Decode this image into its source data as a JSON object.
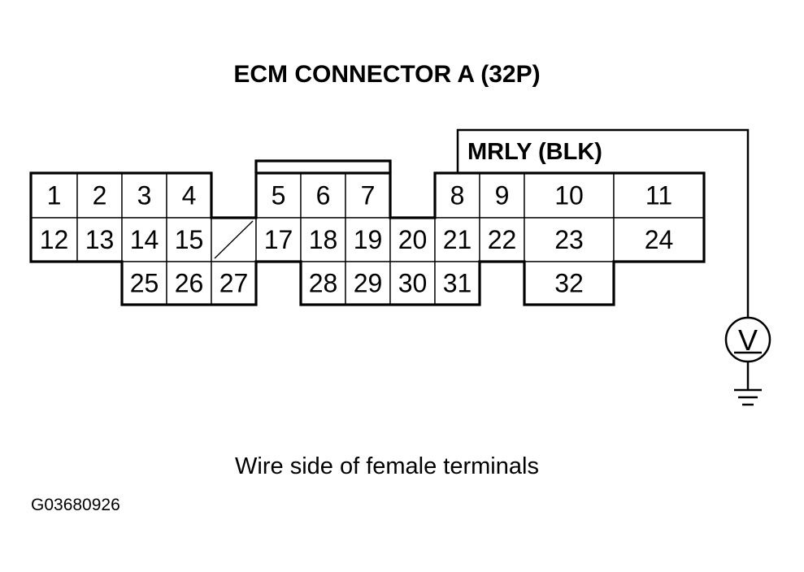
{
  "title": "ECM CONNECTOR A (32P)",
  "wire_label": "MRLY (BLK)",
  "caption": "Wire side of female terminals",
  "figure_code": "G03680926",
  "meter_symbol": "V",
  "icons": {
    "meter": "voltmeter-icon",
    "ground": "ground-icon"
  },
  "pins": {
    "row1": [
      "1",
      "2",
      "3",
      "4",
      "5",
      "6",
      "7",
      "8",
      "9",
      "10",
      "11"
    ],
    "row2": [
      "12",
      "13",
      "14",
      "15",
      "17",
      "18",
      "19",
      "20",
      "21",
      "22",
      "23",
      "24"
    ],
    "row3": [
      "25",
      "26",
      "27",
      "28",
      "29",
      "30",
      "31",
      "32"
    ]
  }
}
